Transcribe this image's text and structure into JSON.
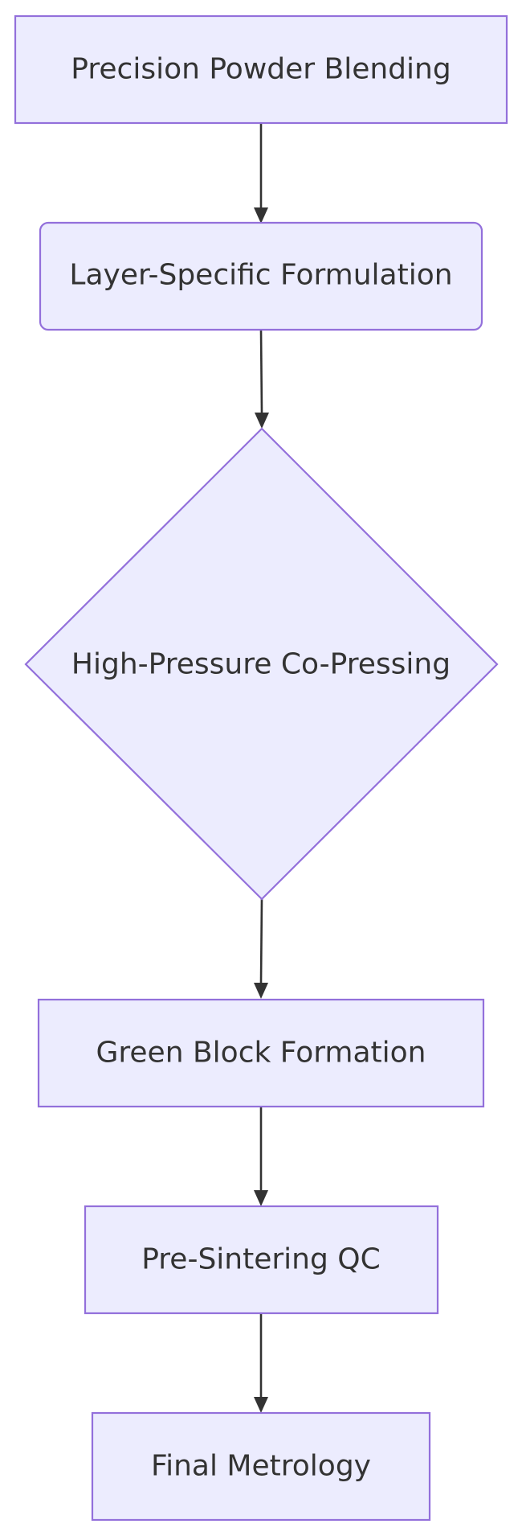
{
  "diagram": {
    "type": "flowchart",
    "direction": "top-to-bottom",
    "colors": {
      "node_fill": "#ececfe",
      "node_stroke": "#9370db",
      "edge": "#333333",
      "text": "#333333"
    },
    "nodes": [
      {
        "id": "n1",
        "label": "Precision Powder Blending",
        "shape": "rectangle"
      },
      {
        "id": "n2",
        "label": "Layer-Specific Formulation",
        "shape": "rounded-rectangle"
      },
      {
        "id": "n3",
        "label": "High-Pressure Co-Pressing",
        "shape": "diamond"
      },
      {
        "id": "n4",
        "label": "Green Block Formation",
        "shape": "rectangle"
      },
      {
        "id": "n5",
        "label": "Pre-Sintering QC",
        "shape": "rectangle"
      },
      {
        "id": "n6",
        "label": "Final Metrology",
        "shape": "rectangle"
      }
    ],
    "edges": [
      {
        "from": "n1",
        "to": "n2"
      },
      {
        "from": "n2",
        "to": "n3"
      },
      {
        "from": "n3",
        "to": "n4"
      },
      {
        "from": "n4",
        "to": "n5"
      },
      {
        "from": "n5",
        "to": "n6"
      }
    ]
  }
}
